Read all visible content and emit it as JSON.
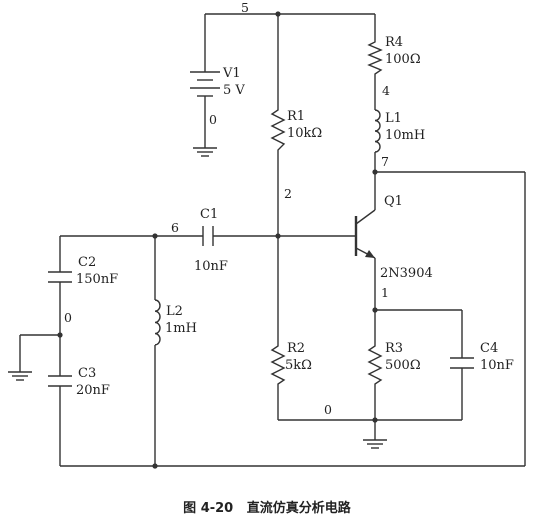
{
  "components": {
    "V1": {
      "name": "V1",
      "value": "5 V"
    },
    "R4": {
      "name": "R4",
      "value": "100Ω"
    },
    "L1": {
      "name": "L1",
      "value": "10mH"
    },
    "R1": {
      "name": "R1",
      "value": "10kΩ"
    },
    "C1": {
      "name": "C1",
      "value": "10nF"
    },
    "Q1": {
      "name": "Q1",
      "value": "2N3904"
    },
    "C2": {
      "name": "C2",
      "value": "150nF"
    },
    "C3": {
      "name": "C3",
      "value": "20nF"
    },
    "L2": {
      "name": "L2",
      "value": "1mH"
    },
    "R2": {
      "name": "R2",
      "value": "5kΩ"
    },
    "R3": {
      "name": "R3",
      "value": "500Ω"
    },
    "C4": {
      "name": "C4",
      "value": "10nF"
    }
  },
  "nodes": {
    "n5": "5",
    "n0_v1": "0",
    "n4": "4",
    "n7": "7",
    "n2": "2",
    "n6": "6",
    "n1": "1",
    "n0_left": "0",
    "n0_bottom": "0"
  },
  "caption": "图 4-20   直流仿真分析电路"
}
